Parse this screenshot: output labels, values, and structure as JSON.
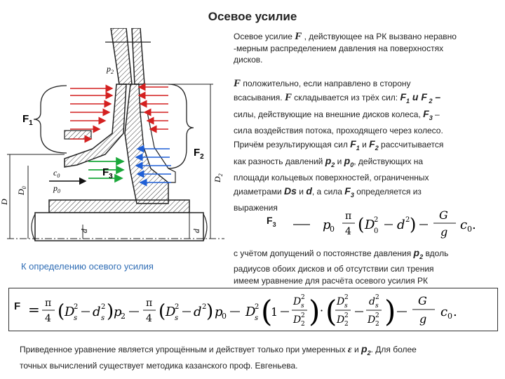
{
  "title": "Осевое усилие",
  "intro": {
    "line1_pre": "Осевое усилие ",
    "sym_F": "F",
    "line1_post": " , действующее на РК вызвано неравно",
    "line2": "-мерным распределением давления на поверхностях",
    "line3": "дисков."
  },
  "rule": {
    "sym_F": "F",
    "l1": " положительно, если направлено в сторону",
    "l2a": "всасывания.  ",
    "sym_F2": "F",
    "l2b": " складывается из трёх сил: ",
    "f1": "F",
    "f1sub": "1",
    "and": " и ",
    "f2": "F",
    "f2sub": " 2",
    "dash": " –",
    "l3a": "силы, действующие на внешние дисков колеса, ",
    "f3": "F",
    "f3sub": "3",
    "l3b": " –",
    "l4": "сила воздействия потока, проходящего через колесо.",
    "l5a": "Причём результирующая сил ",
    "l5f1": "F",
    "l5f1sub": "1",
    "l5and": " и ",
    "l5f2": "F",
    "l5f2sub": "2",
    "l5b": "  рассчитывается",
    "l6a": "как разность давлений ",
    "p2": "p",
    "p2sub": "2",
    "l6and": " и ",
    "p0": "p",
    "p0sub": "0",
    "l6b": ", действующих на",
    "l7": "площади кольцевых поверхностей, ограниченных",
    "l8a": "диаметрами ",
    "Ds": "Ds",
    "l8and": " и ",
    "d": "d",
    "l8b": ", а сила ",
    "f3b": "F",
    "f3bsub": "3",
    "l8c": " определяется из",
    "l9": "выражения"
  },
  "f3_formula": {
    "label": "F",
    "label_sub": "3"
  },
  "after": {
    "l1a": "с учётом допущений о постоянстве давления ",
    "p2": "p",
    "p2sub": "2",
    "l1b": " вдоль",
    "l2": "радиусов  обоих дисков и об отсутствии сил трения",
    "l3": "имеем уравнение для расчёта осевого усилия РК"
  },
  "caption": "К определению осевого усилия",
  "main_formula": {
    "label": "F"
  },
  "conclusion": {
    "a": "Приведенное уравнение является упрощённым и действует только при умеренных ",
    "eps": "ε",
    "and": " и ",
    "p": "p",
    "psub": "2",
    "b": ". Для более",
    "c": "точных вычислений существует методика казанского проф. Евгеньева."
  },
  "diagram": {
    "F1": "F",
    "F1sub": "1",
    "F2": "F",
    "F2sub": "2",
    "F3": "F",
    "F3sub": "3",
    "p2": "p",
    "p2sub": "2",
    "c0": "c",
    "c0sub": "0",
    "p0": "p",
    "p0sub": "0",
    "D0": "D",
    "D0sub": "0",
    "D": "D",
    "d1": "d",
    "D2": "D",
    "D2sub": "2",
    "d2": "d"
  },
  "colors": {
    "red_arrow": "#d42020",
    "blue_arrow": "#1f5fd6",
    "green_arrow": "#1aa83a",
    "caption": "#2f6db5",
    "hatch": "#333333"
  }
}
